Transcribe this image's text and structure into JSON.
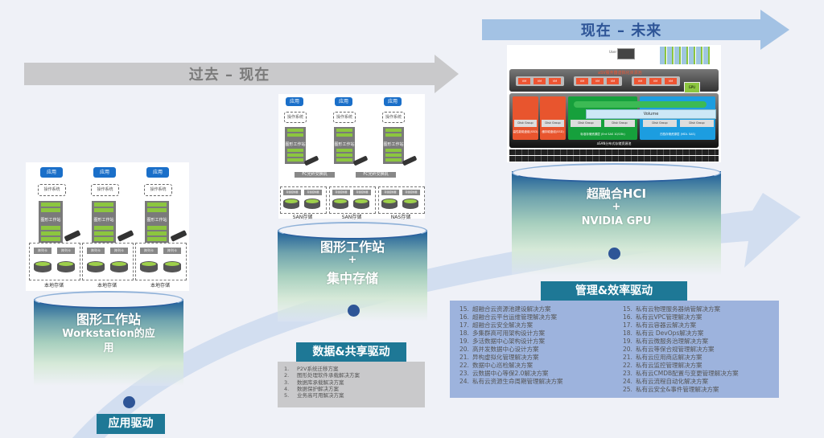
{
  "eras": {
    "past": {
      "label": "过去 – 现在",
      "color": "#c9c9cb",
      "text_color": "#7a7a7a"
    },
    "future": {
      "label": "现在 – 未来",
      "color": "#a3c2e4",
      "text_color": "#2e5597"
    }
  },
  "stages": [
    {
      "id": "stage1",
      "cylinder_lines": [
        "图形工作站",
        "Workstation的应",
        "用"
      ],
      "drive_label": "应用驱动",
      "diagram": {
        "app_label": "应用",
        "os_label": "操作系统",
        "workstation_label": "图形工作站",
        "controller_label": "阵列卡",
        "storage_labels": [
          "本地存储",
          "本地存储",
          "本地存储"
        ]
      }
    },
    {
      "id": "stage2",
      "cylinder_lines": [
        "图形工作站",
        "+",
        "集中存储"
      ],
      "drive_label": "数据&共享驱动",
      "diagram": {
        "app_label": "应用",
        "os_label": "操作系统",
        "workstation_label": "图形工作站",
        "switch_label": "FC光纤交换机",
        "controller_label": "存储控制器",
        "storage_labels": [
          "SAN存储",
          "SAN存储",
          "NAS存储"
        ]
      },
      "solutions": [
        {
          "num": "1.",
          "text": "P2V系统迁移方案"
        },
        {
          "num": "2.",
          "text": "图形处理软件承载解决方案"
        },
        {
          "num": "3.",
          "text": "数据库承载解决方案"
        },
        {
          "num": "4.",
          "text": "数据保护解决方案"
        },
        {
          "num": "5.",
          "text": "业务高可用解决方案"
        }
      ]
    },
    {
      "id": "stage3",
      "cylinder_lines": [
        "超融合HCI",
        "+",
        "NVIDIA GPU"
      ],
      "drive_label": "管理&效率驱动",
      "diagram": {
        "user_label": "User",
        "pool_label": "aSV服务器虚拟化资源池",
        "vm_label": "VM",
        "gpu_label": "GPU",
        "volume_label": "Volume",
        "disk_group_label": "Disk Group",
        "tiers": [
          "高性能磁盘组(SSD)",
          "缓存磁盘组(SSD)",
          "标准存储资源层 (Ent SAS 10/15k)",
          "归档存储资源层 (MDL SAS)"
        ],
        "footer_label": "aSAN分布式存储资源池"
      },
      "solutions_left": [
        {
          "num": "15.",
          "text": "超融合云资源池建设解决方案"
        },
        {
          "num": "16.",
          "text": "超融合云平台运维管理解决方案"
        },
        {
          "num": "17.",
          "text": "超融合云安全解决方案"
        },
        {
          "num": "18.",
          "text": "多集群高可用架构设计方案"
        },
        {
          "num": "19.",
          "text": "多活数据中心架构设计方案"
        },
        {
          "num": "20.",
          "text": "高并发数据中心设计方案"
        },
        {
          "num": "21.",
          "text": "异构虚拟化管理解决方案"
        },
        {
          "num": "22.",
          "text": "数据中心巡检解决方案"
        },
        {
          "num": "23.",
          "text": "云数据中心等保2.0解决方案"
        },
        {
          "num": "24.",
          "text": "私有云资源生命周期管理解决方案"
        }
      ],
      "solutions_right": [
        {
          "num": "15.",
          "text": "私有云物理服务器纳管解决方案"
        },
        {
          "num": "16.",
          "text": "私有云VPC管理解决方案"
        },
        {
          "num": "17.",
          "text": "私有云容器云解决方案"
        },
        {
          "num": "18.",
          "text": "私有云 DevOps解决方案"
        },
        {
          "num": "19.",
          "text": "私有云微服务治理解决方案"
        },
        {
          "num": "20.",
          "text": "私有云等保合规管理解决方案"
        },
        {
          "num": "21.",
          "text": "私有云应用商店解决方案"
        },
        {
          "num": "22.",
          "text": "私有云监控管理解决方案"
        },
        {
          "num": "23.",
          "text": "私有云CMDB配置与变更管理解决方案"
        },
        {
          "num": "24.",
          "text": "私有云流程自动化解决方案"
        },
        {
          "num": "25.",
          "text": "私有云安全&事件管理解决方案"
        }
      ]
    }
  ],
  "colors": {
    "drive_label_bg": "#1e7896",
    "dot": "#2e5597",
    "list_box_stage2": "#c9c9cb",
    "list_box_stage3": "#9db3dd",
    "curve": "#d2def0"
  }
}
